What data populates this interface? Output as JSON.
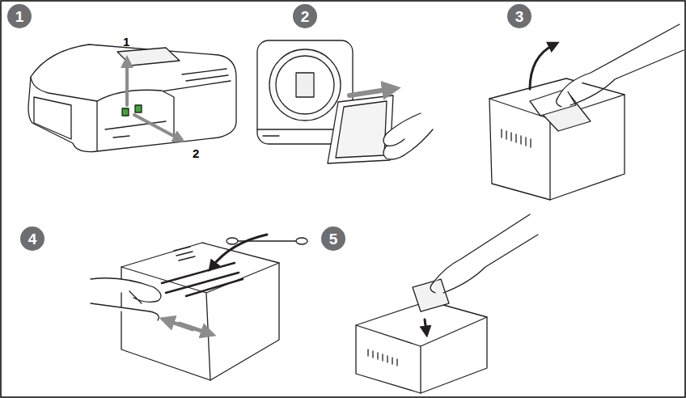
{
  "diagram": {
    "nodes": [
      {
        "text": [
          "1"
        ]
      },
      {
        "text": [
          "2"
        ]
      },
      {
        "text": [
          "3"
        ]
      },
      {
        "text": [
          "4"
        ]
      },
      {
        "text": [
          "5"
        ]
      }
    ],
    "labels": [
      "1",
      "2"
    ]
  }
}
